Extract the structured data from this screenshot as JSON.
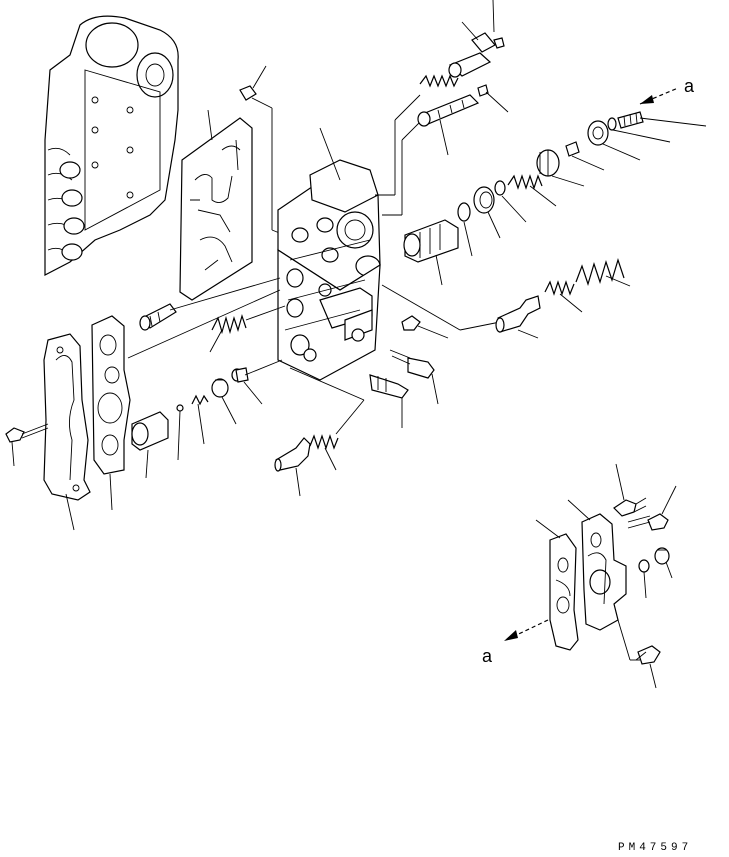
{
  "callouts": {
    "arrow_label_top": "a",
    "arrow_label_bottom": "a"
  },
  "drawing_code": "PM47597"
}
